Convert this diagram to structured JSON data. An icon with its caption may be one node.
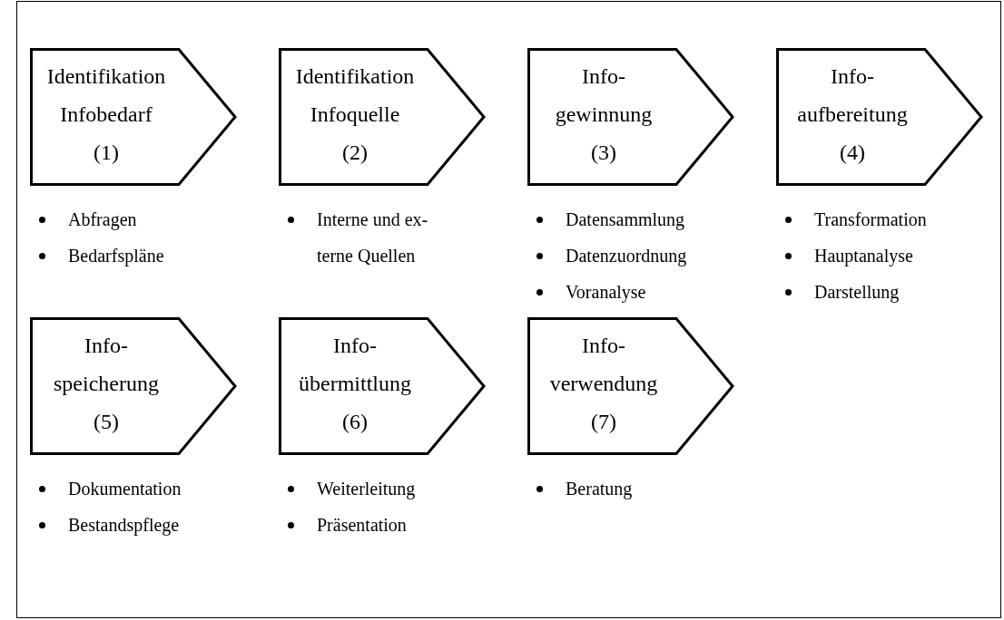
{
  "diagram": {
    "nodes": [
      {
        "text": [
          "Identifikation Infobedarf",
          "(1)"
        ],
        "beside": [
          "Abfragen",
          "Bedarfspläne"
        ]
      },
      {
        "text": [
          "Identifikation Infoquelle",
          "(2)"
        ],
        "beside": [
          "Interne und ex- terne Quellen"
        ]
      },
      {
        "text": [
          "Info- gewinnung",
          "(3)"
        ],
        "beside": [
          "Datensammlung",
          "Datenzuordnung",
          "Voranalyse"
        ]
      },
      {
        "text": [
          "Info- aufbereitung",
          "(4)"
        ],
        "beside": [
          "Transformation",
          "Hauptanalyse",
          "Darstellung"
        ]
      },
      {
        "text": [
          "Info- speicherung",
          "(5)"
        ],
        "beside": [
          "Dokumentation",
          "Bestandspflege"
        ]
      },
      {
        "text": [
          "Info- übermittlung",
          "(6)"
        ],
        "beside": [
          "Weiterleitung",
          "Präsentation"
        ]
      },
      {
        "text": [
          "Info- verwendung",
          "(7)"
        ],
        "beside": [
          "Beratung"
        ]
      }
    ]
  }
}
